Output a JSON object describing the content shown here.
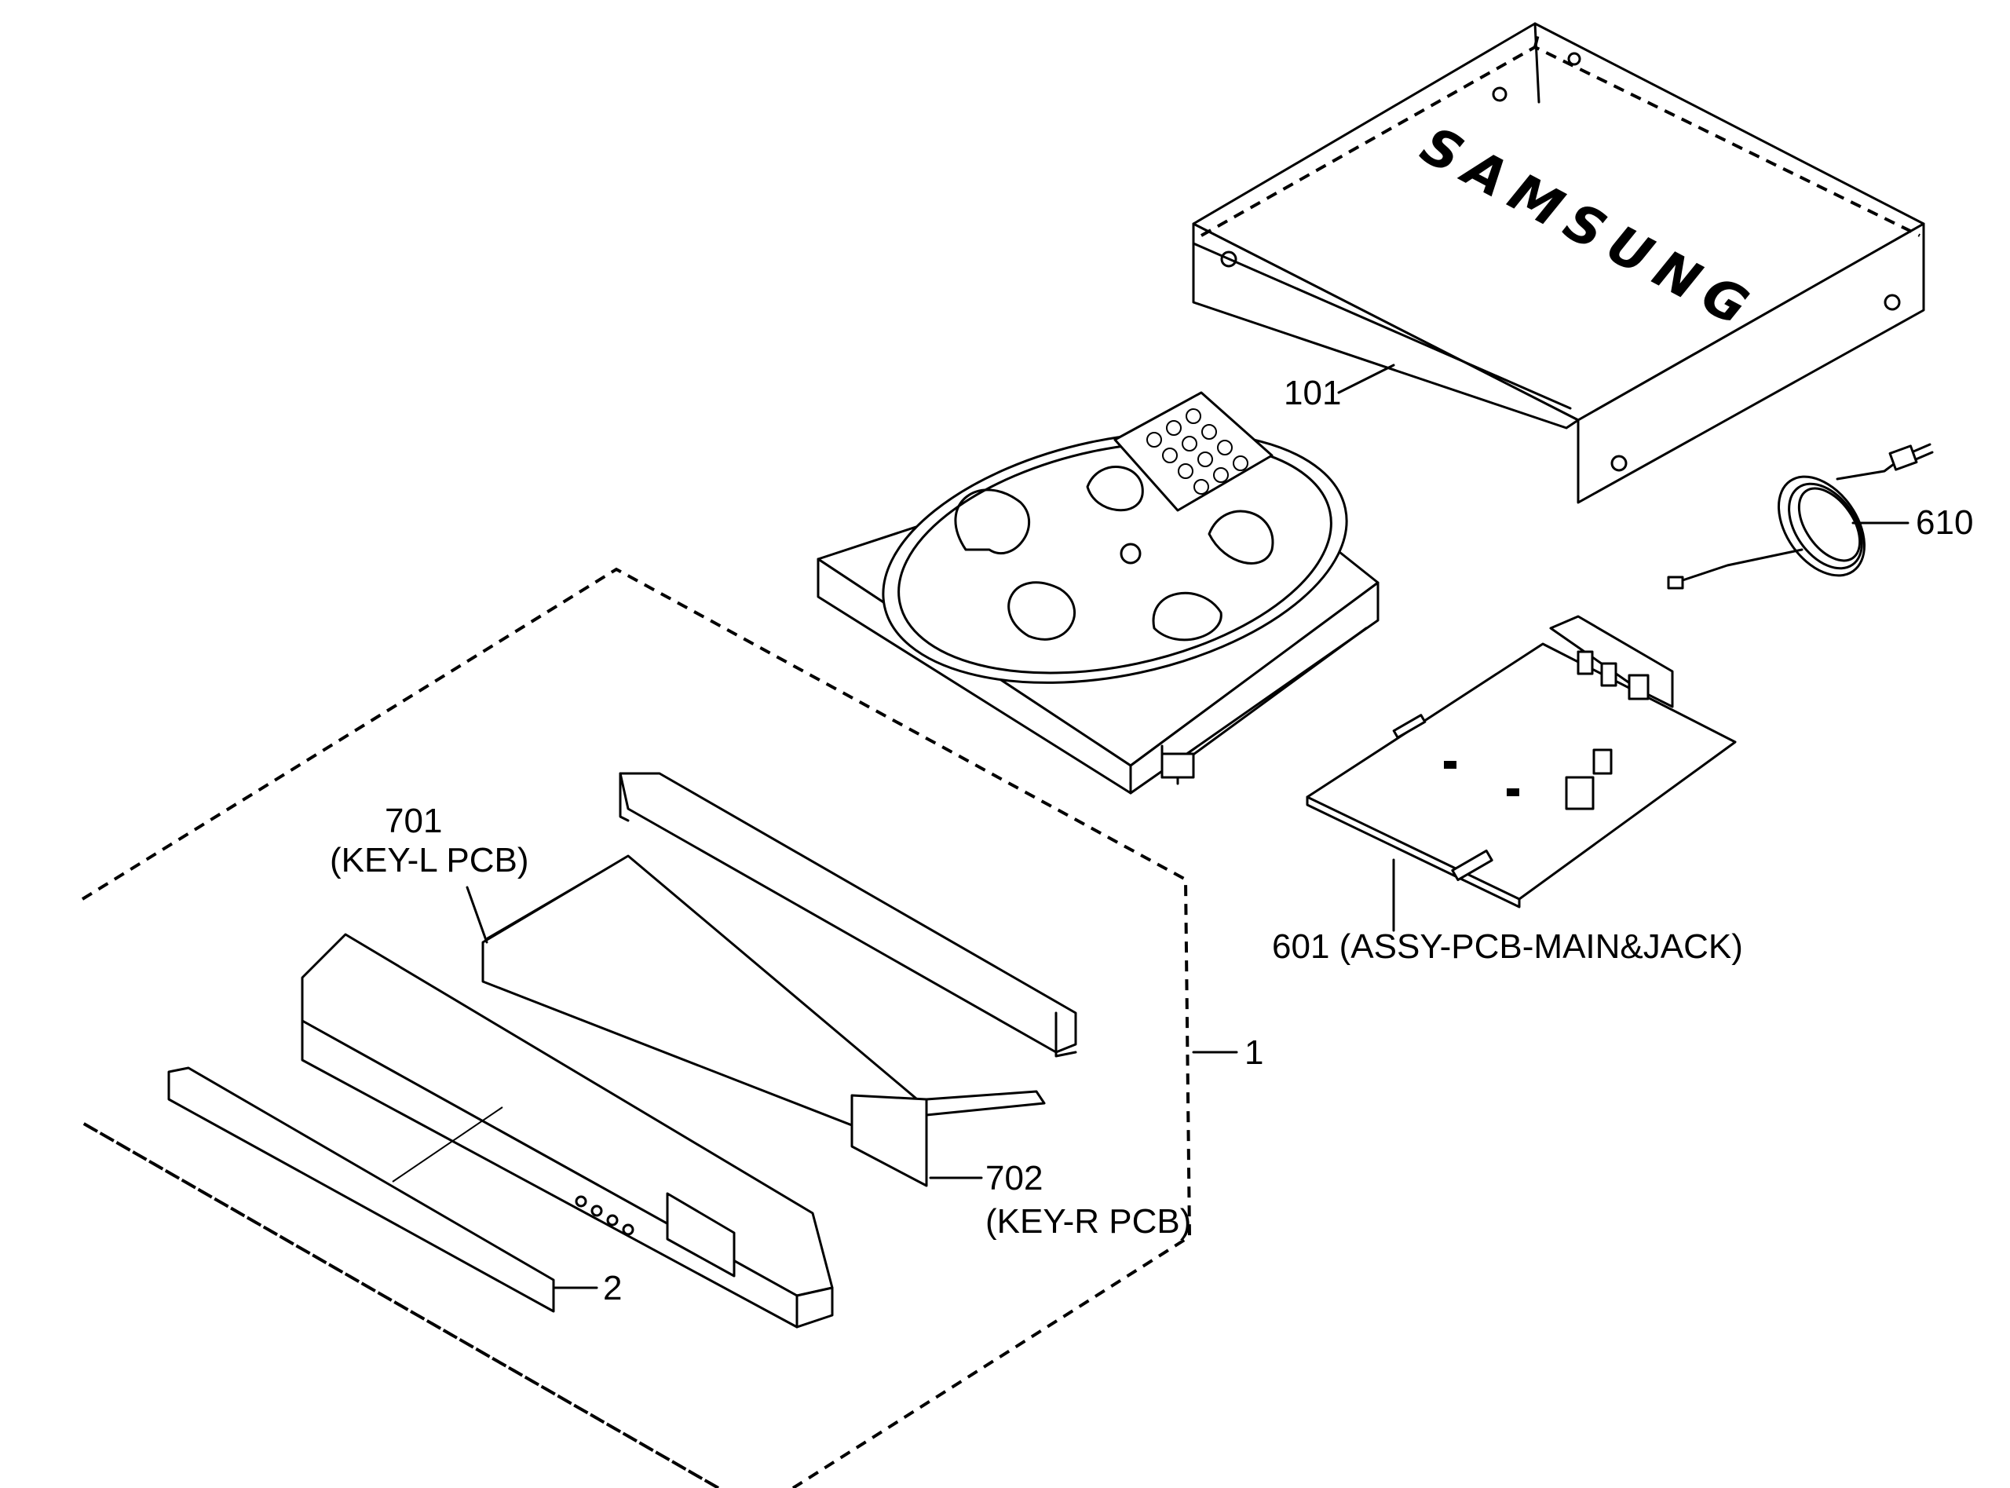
{
  "brand_text": "SAMSUNG",
  "callouts": {
    "top_cover": "101",
    "power_cord": "610",
    "main_pcb": "601 (ASSY-PCB-MAIN&JACK)",
    "key_l_number": "701",
    "key_l_name": "(KEY-L PCB)",
    "key_r_number": "702",
    "key_r_name": "(KEY-R PCB)",
    "front_panel_assy": "1",
    "front_window": "2"
  }
}
